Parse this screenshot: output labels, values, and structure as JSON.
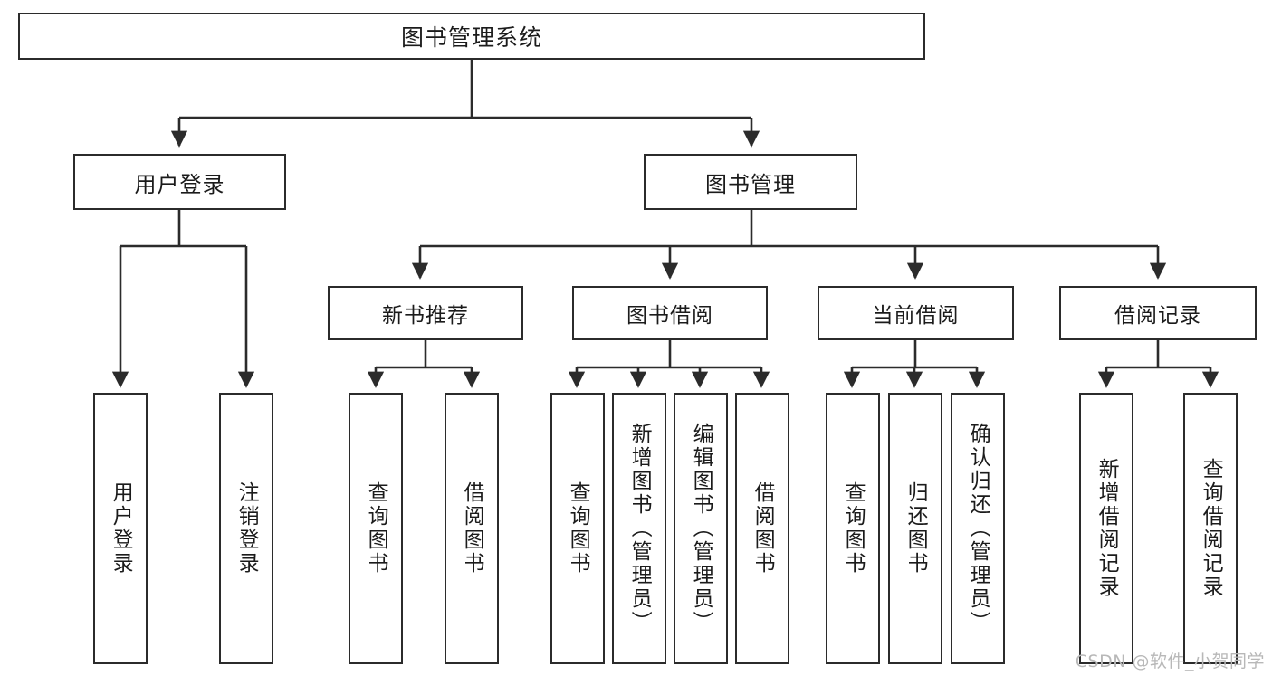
{
  "diagram": {
    "title": "图书管理系统",
    "type": "tree-hierarchy-diagram",
    "root": {
      "id": "root",
      "label": "图书管理系统"
    },
    "level1": [
      {
        "id": "user-login",
        "label": "用户登录"
      },
      {
        "id": "book-management",
        "label": "图书管理"
      }
    ],
    "level2": [
      {
        "id": "new-book-recommend",
        "label": "新书推荐",
        "parent": "book-management"
      },
      {
        "id": "book-borrow",
        "label": "图书借阅",
        "parent": "book-management"
      },
      {
        "id": "current-borrow",
        "label": "当前借阅",
        "parent": "book-management"
      },
      {
        "id": "borrow-record",
        "label": "借阅记录",
        "parent": "book-management"
      }
    ],
    "leaves": [
      {
        "id": "leaf-user-login",
        "label": "用户登录",
        "parent": "user-login"
      },
      {
        "id": "leaf-logout-login",
        "label": "注销登录",
        "parent": "user-login"
      },
      {
        "id": "leaf-query-book-1",
        "label": "查询图书",
        "parent": "new-book-recommend"
      },
      {
        "id": "leaf-borrow-book-1",
        "label": "借阅图书",
        "parent": "new-book-recommend"
      },
      {
        "id": "leaf-query-book-2",
        "label": "查询图书",
        "parent": "book-borrow"
      },
      {
        "id": "leaf-add-book",
        "label": "新增图书（管理员）",
        "parent": "book-borrow"
      },
      {
        "id": "leaf-edit-book",
        "label": "编辑图书（管理员）",
        "parent": "book-borrow"
      },
      {
        "id": "leaf-borrow-book-2",
        "label": "借阅图书",
        "parent": "book-borrow"
      },
      {
        "id": "leaf-query-book-3",
        "label": "查询图书",
        "parent": "current-borrow"
      },
      {
        "id": "leaf-return-book",
        "label": "归还图书",
        "parent": "current-borrow"
      },
      {
        "id": "leaf-confirm-return",
        "label": "确认归还（管理员）",
        "parent": "current-borrow"
      },
      {
        "id": "leaf-add-record",
        "label": "新增借阅记录",
        "parent": "borrow-record"
      },
      {
        "id": "leaf-query-record",
        "label": "查询借阅记录",
        "parent": "borrow-record"
      }
    ]
  },
  "watermark": {
    "text": "CSDN @软件_小贺同学"
  },
  "colors": {
    "border": "#2b2b2b",
    "background": "#ffffff",
    "text": "#1b1b1b",
    "watermark": "#b8b8b8"
  }
}
